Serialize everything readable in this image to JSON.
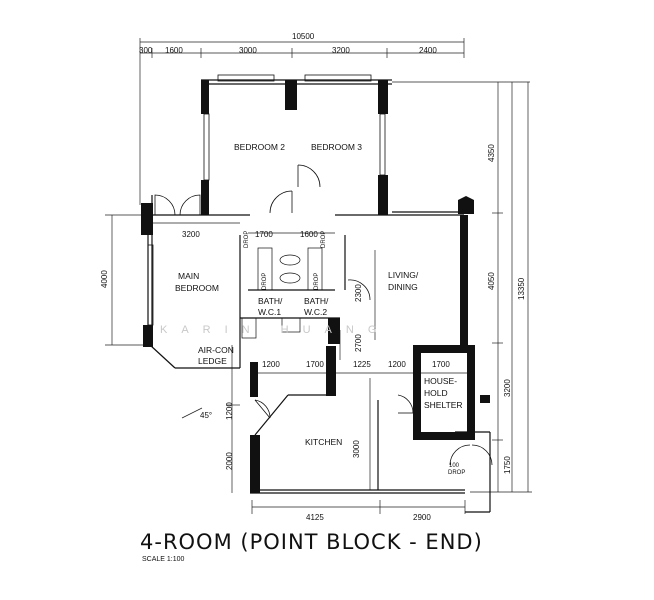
{
  "title": "4-ROOM (POINT BLOCK - END)",
  "scale_label": "SCALE 1:100",
  "watermark": "KARIN HUANG",
  "rooms": {
    "bedroom2": "BEDROOM 2",
    "bedroom3": "BEDROOM 3",
    "main_bedroom_l1": "MAIN",
    "main_bedroom_l2": "BEDROOM",
    "living_l1": "LIVING/",
    "living_l2": "DINING",
    "bath1_l1": "BATH/",
    "bath1_l2": "W.C.1",
    "bath2_l1": "BATH/",
    "bath2_l2": "W.C.2",
    "aircon_l1": "AIR-CON",
    "aircon_l2": "LEDGE",
    "kitchen": "KITCHEN",
    "shelter_l1": "HOUSE-",
    "shelter_l2": "HOLD",
    "shelter_l3": "SHELTER",
    "drop": "DROP",
    "drop_100": "100",
    "angle": "45°"
  },
  "dimensions": {
    "top_total": "10500",
    "top_300": "300",
    "top_1600": "1600",
    "top_3000": "3000",
    "top_3200": "3200",
    "top_2400": "2400",
    "right_4350": "4350",
    "right_4050": "4050",
    "right_3200": "3200",
    "right_1750": "1750",
    "right_total": "13350",
    "left_4000": "4000",
    "mid_3200": "3200",
    "mid_1700": "1700",
    "mid_1600": "1600",
    "mid_2300": "2300",
    "mid_2700": "2700",
    "row_1200a": "1200",
    "row_1700": "1700",
    "row_1225": "1225",
    "row_1200b": "1200",
    "shelter_1700": "1700",
    "kit_1200": "1200",
    "kit_2000": "2000",
    "kit_3000": "3000",
    "bottom_4125": "4125",
    "bottom_2900": "2900"
  }
}
